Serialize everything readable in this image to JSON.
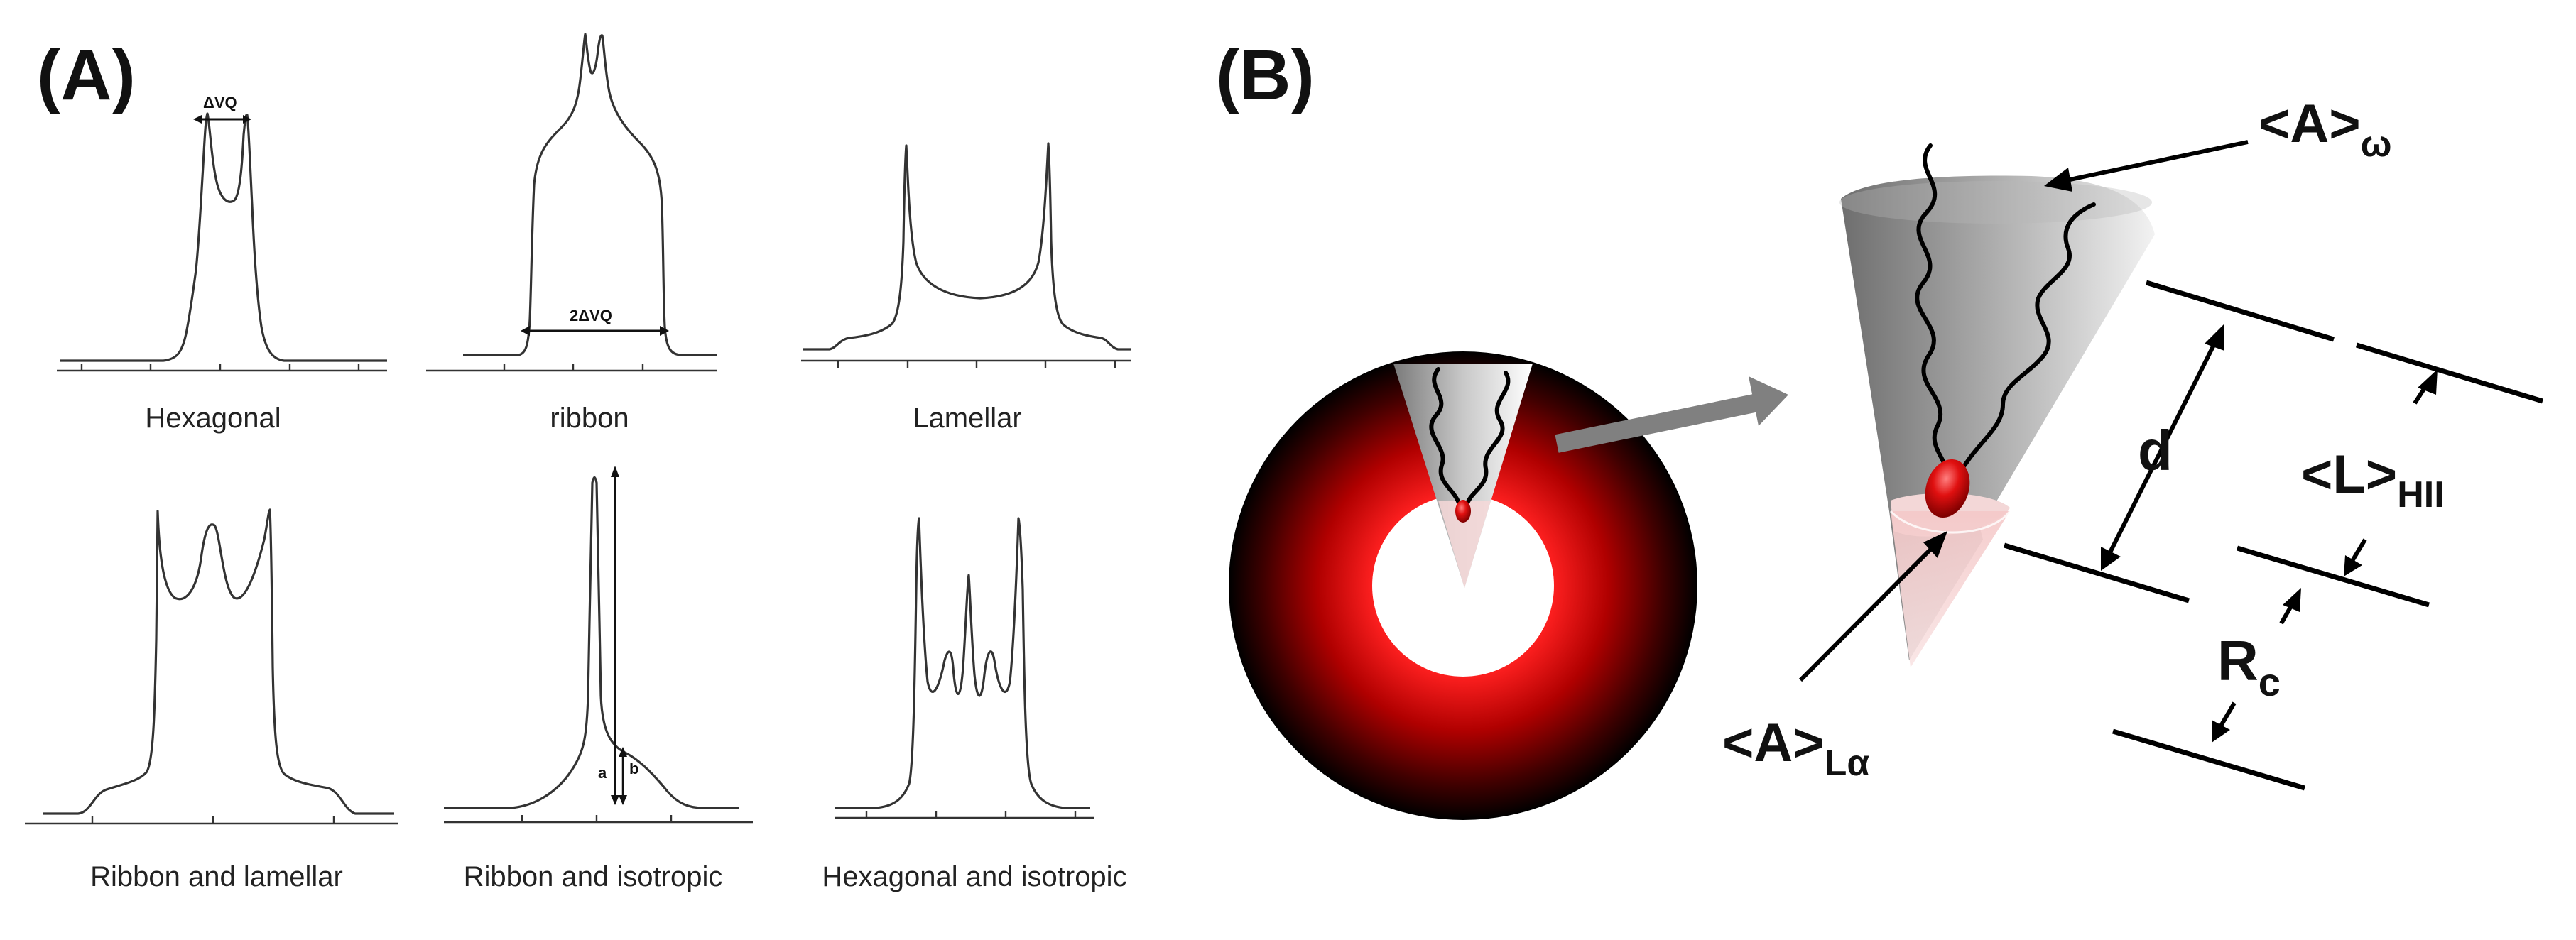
{
  "panel_a": {
    "label": "(A)",
    "captions": [
      "Hexagonal",
      "ribbon",
      "Lamellar",
      "Ribbon and lamellar",
      "Ribbon and isotropic",
      "Hexagonal and isotropic"
    ],
    "hexagonal_splitting": "ΔVQ",
    "ribbon_splitting": "2ΔVQ",
    "isotropic_marks": [
      "a",
      "b"
    ]
  },
  "panel_b": {
    "label": "(B)",
    "labels": {
      "a_omega_main": "<A>",
      "a_omega_sub": "ω",
      "a_l_alpha_main": "<A>",
      "a_l_alpha_sub": "Lα",
      "d": "d",
      "l_main": "<L>",
      "l_sub": "HII",
      "rc_main": "R",
      "rc_sub": "c"
    },
    "colors": {
      "ring_inner": "#ff1a1a",
      "ring_outer": "#000000",
      "headgroup": "#cc0000",
      "cone": "#9a9a9a",
      "connector_arrow": "#808080"
    }
  }
}
